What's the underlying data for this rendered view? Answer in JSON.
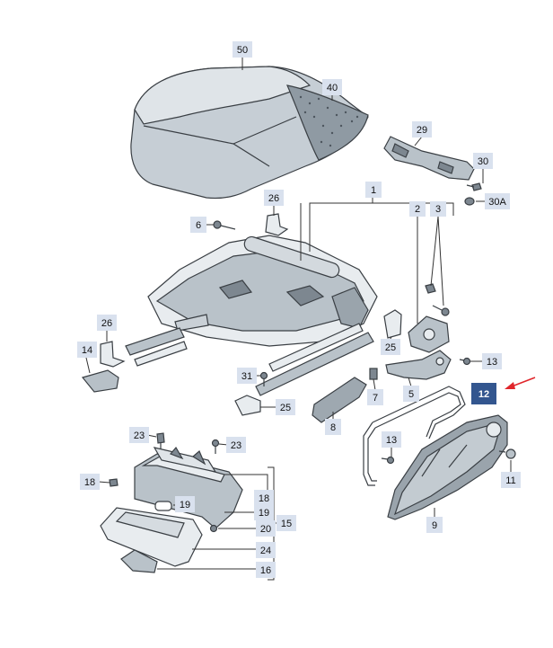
{
  "labels": {
    "p50": "50",
    "p40": "40",
    "p29": "29",
    "p30": "30",
    "p30a": "30A",
    "p1": "1",
    "p2": "2",
    "p3": "3",
    "p26a": "26",
    "p6": "6",
    "p26b": "26",
    "p14": "14",
    "p25a": "25",
    "p13a": "13",
    "p12": "12",
    "p31": "31",
    "p7": "7",
    "p5": "5",
    "p25b": "25",
    "p8": "8",
    "p23a": "23",
    "p23b": "23",
    "p13b": "13",
    "p18a": "18",
    "p19a": "19",
    "p18b": "18",
    "p19b": "19",
    "p20": "20",
    "p15": "15",
    "p24": "24",
    "p16": "16",
    "p11": "11",
    "p9": "9"
  },
  "colors": {
    "label_background": "#d9e1ee",
    "highlight_background": "#33568f",
    "highlight_arrow": "#e0262b"
  },
  "highlighted_part": "12"
}
